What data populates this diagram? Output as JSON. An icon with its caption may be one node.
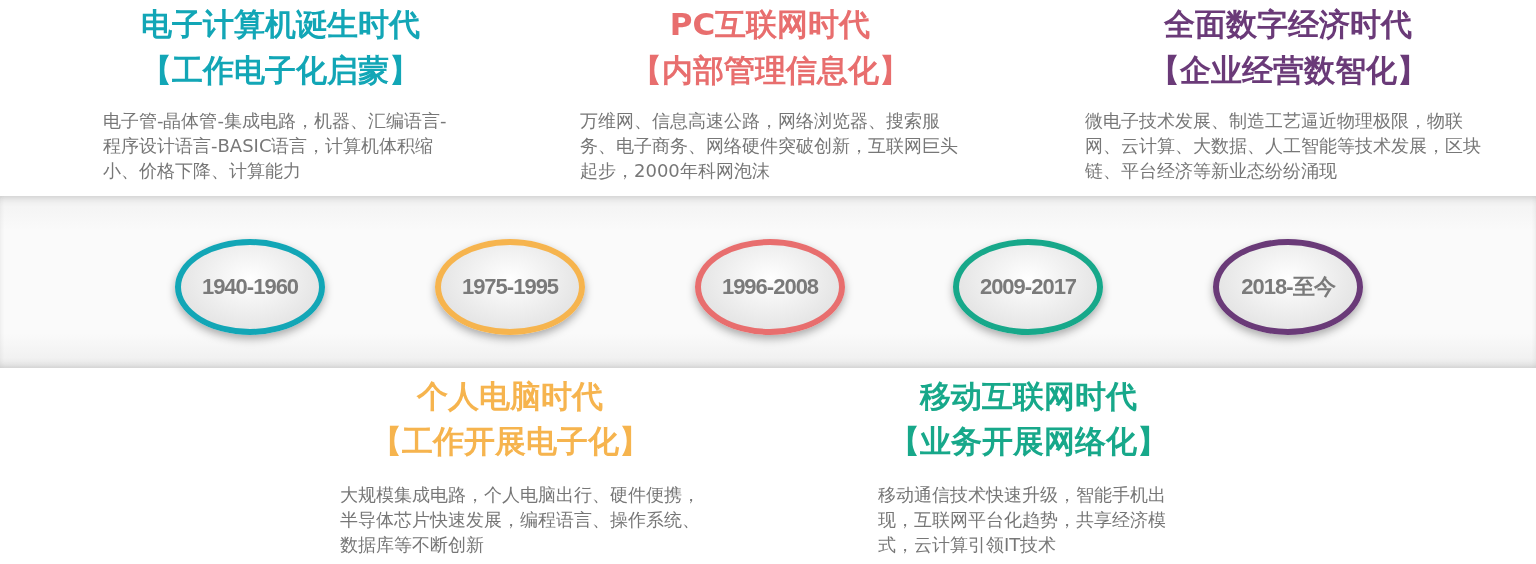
{
  "diagram": {
    "nodes": [
      {
        "text": [
          "1940-1960"
        ],
        "beside": [
          "电子计算机诞生时代",
          "【工作电子化启蒙】",
          "电子管-晶体管-集成电路，机器、汇编语言-程序设计语言-BASIC语言，计算机体积缩小、价格下降、计算能力"
        ]
      },
      {
        "text": [
          "1975-1995"
        ],
        "beside": [
          "个人电脑时代",
          "【工作开展电子化】",
          "大规模集成电路，个人电脑出行、硬件便携，半导体芯片快速发展，编程语言、操作系统、数据库等不断创新"
        ]
      },
      {
        "text": [
          "1996-2008"
        ],
        "beside": [
          "PC互联网时代",
          "【内部管理信息化】",
          "万维网、信息高速公路，网络浏览器、搜索服务、电子商务、网络硬件突破创新，互联网巨头起步，2000年科网泡沫"
        ]
      },
      {
        "text": [
          "2009-2017"
        ],
        "beside": [
          "移动互联网时代",
          "【业务开展网络化】",
          "移动通信技术快速升级，智能手机出现，互联网平台化趋势，共享经济模式，云计算引领IT技术"
        ]
      },
      {
        "text": [
          "2018-至今"
        ],
        "beside": [
          "全面数字经济时代",
          "【企业经营数智化】",
          "微电子技术发展、制造工艺逼近物理极限，物联网、云计算、大数据、人工智能等技术发展，区块链、平台经济等新业态纷纷涌现"
        ]
      }
    ]
  }
}
